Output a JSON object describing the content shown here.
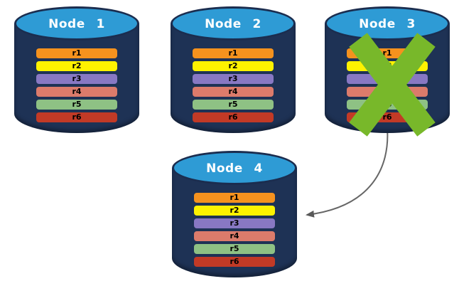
{
  "diagram": {
    "type": "replication-failover-diagram",
    "background": "#ffffff",
    "palette": {
      "cylinder_body": "#1E3255",
      "cylinder_top": "#2E9BD5",
      "cylinder_outline": "#1B2D4F",
      "failure_x": "#78B82A",
      "arrow": "#666666",
      "arrowhead": "#595959",
      "row_text": "#000000",
      "title_text": "#ffffff"
    },
    "nodes": [
      {
        "title": "Node 1",
        "failed": false,
        "rows": [
          {
            "label": "r1",
            "color": "#F5921E"
          },
          {
            "label": "r2",
            "color": "#FEF200"
          },
          {
            "label": "r3",
            "color": "#8878C3"
          },
          {
            "label": "r4",
            "color": "#DC7B6B"
          },
          {
            "label": "r5",
            "color": "#8EC184"
          },
          {
            "label": "r6",
            "color": "#C23A26"
          }
        ]
      },
      {
        "title": "Node 2",
        "failed": false,
        "rows": [
          {
            "label": "r1",
            "color": "#F5921E"
          },
          {
            "label": "r2",
            "color": "#FEF200"
          },
          {
            "label": "r3",
            "color": "#8878C3"
          },
          {
            "label": "r4",
            "color": "#DC7B6B"
          },
          {
            "label": "r5",
            "color": "#8EC184"
          },
          {
            "label": "r6",
            "color": "#C23A26"
          }
        ]
      },
      {
        "title": "Node 3",
        "failed": true,
        "rows": [
          {
            "label": "r1",
            "color": "#F5921E"
          },
          {
            "label": "r2",
            "color": "#FEF200"
          },
          {
            "label": "r3",
            "color": "#8878C3"
          },
          {
            "label": "r4",
            "color": "#DC7B6B"
          },
          {
            "label": "r5",
            "color": "#8EC184"
          },
          {
            "label": "r6",
            "color": "#C23A26"
          }
        ]
      },
      {
        "title": "Node 4",
        "failed": false,
        "rows": [
          {
            "label": "r1",
            "color": "#F5921E"
          },
          {
            "label": "r2",
            "color": "#FEF200"
          },
          {
            "label": "r3",
            "color": "#8878C3"
          },
          {
            "label": "r4",
            "color": "#DC7B6B"
          },
          {
            "label": "r5",
            "color": "#8EC184"
          },
          {
            "label": "r6",
            "color": "#C23A26"
          }
        ]
      }
    ],
    "arrow": {
      "from": "Node 3",
      "to": "Node 4",
      "color": "#666666"
    }
  }
}
